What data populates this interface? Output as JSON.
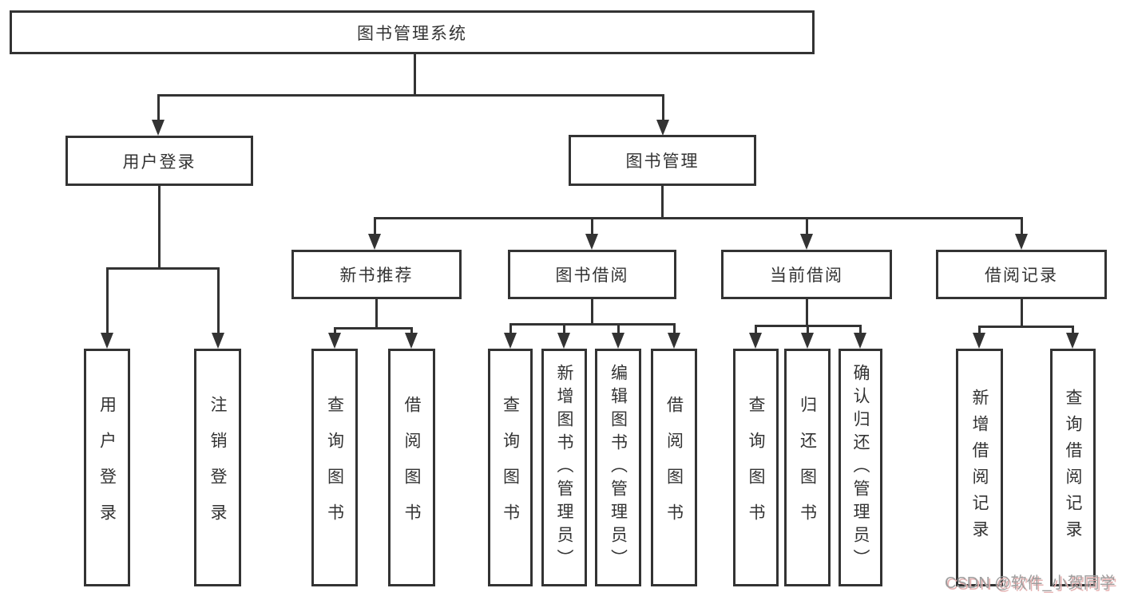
{
  "diagram": {
    "root": {
      "label": "图书管理系统",
      "children": [
        {
          "label": "用户登录",
          "children": [
            {
              "label": "用户登录"
            },
            {
              "label": "注销登录"
            }
          ]
        },
        {
          "label": "图书管理",
          "children": [
            {
              "label": "新书推荐",
              "children": [
                {
                  "label": "查询图书"
                },
                {
                  "label": "借阅图书"
                }
              ]
            },
            {
              "label": "图书借阅",
              "children": [
                {
                  "label": "查询图书"
                },
                {
                  "label": "新增图书（管理员）"
                },
                {
                  "label": "编辑图书（管理员）"
                },
                {
                  "label": "借阅图书"
                }
              ]
            },
            {
              "label": "当前借阅",
              "children": [
                {
                  "label": "查询图书"
                },
                {
                  "label": "归还图书"
                },
                {
                  "label": "确认归还（管理员）"
                }
              ]
            },
            {
              "label": "借阅记录",
              "children": [
                {
                  "label": "新增借阅记录"
                },
                {
                  "label": "查询借阅记录"
                }
              ]
            }
          ]
        }
      ]
    }
  },
  "watermark": {
    "text": "CSDN @软件_小贺同学"
  },
  "colors": {
    "line": "#333333",
    "text": "#333333",
    "background": "#ffffff",
    "watermark": "#9e9e9e",
    "watermark_shadow": "#e5b1b1"
  }
}
